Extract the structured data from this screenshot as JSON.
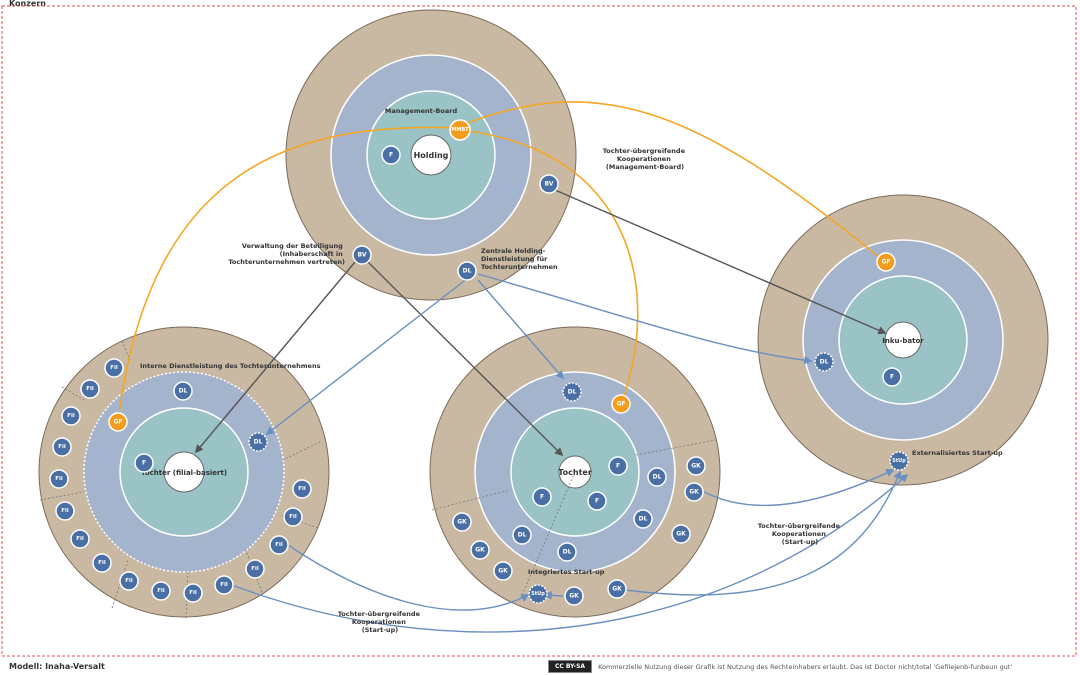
{
  "frame": {
    "title": "Konzern"
  },
  "footer": {
    "title": "Modell: Inaha-Versalt",
    "badge": "CC BY-SA",
    "license": "Kommerzielle Nutzung dieser Grafik ist Nutzung des Rechteinhabers erlaubt. Das ist Doctor nicht/total 'Gefilejenb-funbeun gut'"
  },
  "colors": {
    "outer": "#c9b9a3",
    "middle": "#a4b4cd",
    "inner": "#9ac3c6",
    "node": "#4a6fa5",
    "gf": "#f39c1e",
    "gray_arrow": "#555555",
    "blue_arrow": "#6a8fc0",
    "orange_line": "#f5a623",
    "frame": "#d9534f"
  },
  "circles": {
    "holding": {
      "center": "Holding",
      "board": "Management-Board"
    },
    "tochter_left": {
      "center": "Tochter (filial-basiert)",
      "internal": "Interne Dienstleistung des Tochterunternehmens"
    },
    "tochter_mid": {
      "center": "Tochter",
      "integrated": "Integriertes Start-up"
    },
    "inkubator": {
      "center": "Inku-bator",
      "external": "Externalisiertes Start-up"
    }
  },
  "labels": {
    "verwaltung": [
      "Verwaltung der Beteiligung",
      "(Inhaberschaft in",
      "Tochterunternehmen vertreten)"
    ],
    "zentrale": [
      "Zentrale Holding-",
      "Dienstleistung für",
      "Tochterunternehmen"
    ],
    "koop_board": [
      "Tochter-übergreifende",
      "Kooperationen",
      "(Management-Board)"
    ],
    "koop_startup_mid": [
      "Tochter-übergreifende",
      "Kooperationen",
      "(Start-up)"
    ],
    "koop_startup_bottom": [
      "Tochter-übergreifende",
      "Kooperationen",
      "(Start-up)"
    ]
  },
  "nodes": {
    "f": "F",
    "bv": "BV",
    "dl": "DL",
    "gf": "GF",
    "mmbt": "MMBT",
    "fil": "Fil",
    "gk": "GK",
    "stup": "StUp"
  }
}
